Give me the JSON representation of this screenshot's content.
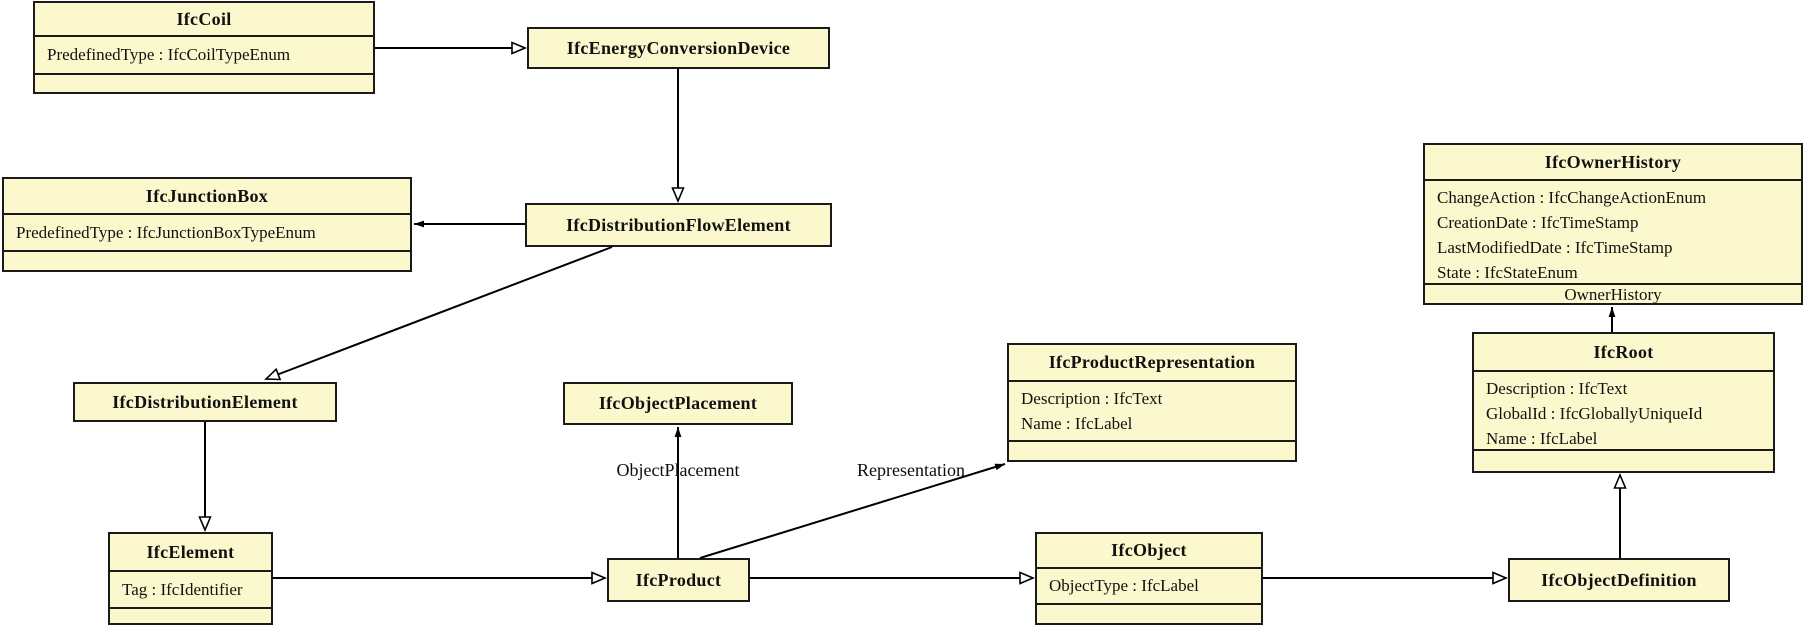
{
  "nodes": {
    "ifcCoil": {
      "title": "IfcCoil",
      "attributes": [
        "PredefinedType : IfcCoilTypeEnum"
      ]
    },
    "ifcEnergyConversionDevice": {
      "title": "IfcEnergyConversionDevice"
    },
    "ifcJunctionBox": {
      "title": "IfcJunctionBox",
      "attributes": [
        "PredefinedType : IfcJunctionBoxTypeEnum"
      ]
    },
    "ifcDistributionFlowElement": {
      "title": "IfcDistributionFlowElement"
    },
    "ifcOwnerHistory": {
      "title": "IfcOwnerHistory",
      "attributes": [
        "ChangeAction : IfcChangeActionEnum",
        "CreationDate : IfcTimeStamp",
        "LastModifiedDate : IfcTimeStamp",
        "State : IfcStateEnum"
      ],
      "footer": "OwnerHistory"
    },
    "ifcProductRepresentation": {
      "title": "IfcProductRepresentation",
      "attributes": [
        "Description : IfcText",
        "Name : IfcLabel"
      ]
    },
    "ifcRoot": {
      "title": "IfcRoot",
      "attributes": [
        "Description : IfcText",
        "GlobalId : IfcGloballyUniqueId",
        "Name : IfcLabel"
      ]
    },
    "ifcDistributionElement": {
      "title": "IfcDistributionElement"
    },
    "ifcObjectPlacement": {
      "title": "IfcObjectPlacement"
    },
    "ifcElement": {
      "title": "IfcElement",
      "attributes": [
        "Tag : IfcIdentifier"
      ]
    },
    "ifcProduct": {
      "title": "IfcProduct"
    },
    "ifcObject": {
      "title": "IfcObject",
      "attributes": [
        "ObjectType : IfcLabel"
      ]
    },
    "ifcObjectDefinition": {
      "title": "IfcObjectDefinition"
    }
  },
  "edge_labels": {
    "object_placement": "ObjectPlacement",
    "representation": "Representation"
  },
  "colors": {
    "node_fill": "#fcf8cd",
    "node_border": "#1a1a1a",
    "edge": "#000000",
    "background": "#ffffff"
  }
}
